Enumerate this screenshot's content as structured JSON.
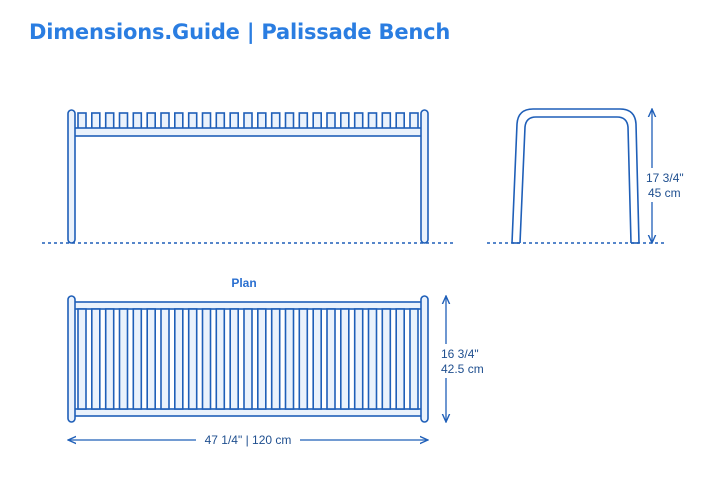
{
  "header": {
    "title": "Dimensions.Guide | Palissade Bench"
  },
  "views": {
    "plan_label": "Plan"
  },
  "dimensions": {
    "height_in": "17 3/4\"",
    "height_cm": "45 cm",
    "depth_in": "16 3/4\"",
    "depth_cm": "42.5 cm",
    "width_label": "47 1/4\" | 120 cm"
  },
  "colors": {
    "brand": "#2a7de1",
    "line": "#1f5fb8",
    "fill": "#eaf2fc"
  }
}
